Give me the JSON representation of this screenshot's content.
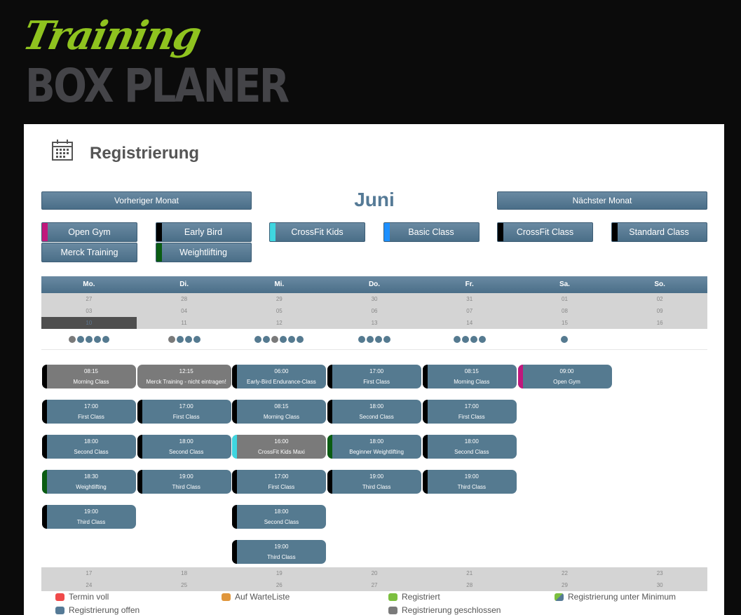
{
  "logo": {
    "script": "Training",
    "main": "BOX PLANER"
  },
  "page_title": "Registrierung",
  "nav": {
    "prev": "Vorheriger Monat",
    "month": "Juni",
    "next": "Nächster Monat"
  },
  "filters": [
    {
      "label": "Open Gym",
      "color": "#c0187c"
    },
    {
      "label": "Early Bird",
      "color": "#000000"
    },
    {
      "label": "CrossFit Kids",
      "color": "#3fd6e0"
    },
    {
      "label": "Basic Class",
      "color": "#1e90ff"
    },
    {
      "label": "CrossFit Class",
      "color": "#000000"
    },
    {
      "label": "Standard Class",
      "color": "#000000"
    },
    {
      "label": "Merck Training",
      "color": ""
    },
    {
      "label": "Weightlifting",
      "color": "#0a5c12"
    }
  ],
  "weekdays": [
    "Mo.",
    "Di.",
    "Mi.",
    "Do.",
    "Fr.",
    "Sa.",
    "So."
  ],
  "weeks_top": [
    [
      "27",
      "28",
      "29",
      "30",
      "31",
      "01",
      "02"
    ],
    [
      "03",
      "04",
      "05",
      "06",
      "07",
      "08",
      "09"
    ],
    [
      "10",
      "11",
      "12",
      "13",
      "14",
      "15",
      "16"
    ]
  ],
  "today": "10",
  "dots": [
    [
      "g",
      "b",
      "b",
      "b",
      "b"
    ],
    [
      "g",
      "b",
      "b",
      "b"
    ],
    [
      "b",
      "b",
      "g",
      "b",
      "b",
      "b"
    ],
    [
      "b",
      "b",
      "b",
      "b"
    ],
    [
      "b",
      "b",
      "b",
      "b"
    ],
    [
      "b"
    ],
    []
  ],
  "events": [
    [
      {
        "time": "08:15",
        "name": "Morning Class",
        "stripe": "#000000",
        "bg": "#7a7a7a"
      },
      {
        "time": "17:00",
        "name": "First Class",
        "stripe": "#000000"
      },
      {
        "time": "18:00",
        "name": "Second Class",
        "stripe": "#000000"
      },
      {
        "time": "18:30",
        "name": "Weightlifting",
        "stripe": "#0a5c12"
      },
      {
        "time": "19:00",
        "name": "Third Class",
        "stripe": "#000000"
      }
    ],
    [
      {
        "time": "12:15",
        "name": "Merck Training - nicht eintragen!",
        "stripe": "",
        "bg": "#7a7a7a"
      },
      {
        "time": "17:00",
        "name": "First Class",
        "stripe": "#000000"
      },
      {
        "time": "18:00",
        "name": "Second Class",
        "stripe": "#000000"
      },
      {
        "time": "19:00",
        "name": "Third Class",
        "stripe": "#000000"
      }
    ],
    [
      {
        "time": "06:00",
        "name": "Early-Bird Endurance-Class",
        "stripe": "#000000"
      },
      {
        "time": "08:15",
        "name": "Morning Class",
        "stripe": "#000000"
      },
      {
        "time": "16:00",
        "name": "CrossFit Kids Maxi",
        "stripe": "#3fd6e0",
        "bg": "#7a7a7a"
      },
      {
        "time": "17:00",
        "name": "First Class",
        "stripe": "#000000"
      },
      {
        "time": "18:00",
        "name": "Second Class",
        "stripe": "#000000"
      },
      {
        "time": "19:00",
        "name": "Third Class",
        "stripe": "#000000"
      }
    ],
    [
      {
        "time": "17:00",
        "name": "First Class",
        "stripe": "#000000"
      },
      {
        "time": "18:00",
        "name": "Second Class",
        "stripe": "#000000"
      },
      {
        "time": "18:00",
        "name": "Beginner Weightlifting",
        "stripe": "#0a5c12"
      },
      {
        "time": "19:00",
        "name": "Third Class",
        "stripe": "#000000"
      }
    ],
    [
      {
        "time": "08:15",
        "name": "Morning Class",
        "stripe": "#000000"
      },
      {
        "time": "17:00",
        "name": "First Class",
        "stripe": "#000000"
      },
      {
        "time": "18:00",
        "name": "Second Class",
        "stripe": "#000000"
      },
      {
        "time": "19:00",
        "name": "Third Class",
        "stripe": "#000000"
      }
    ],
    [
      {
        "time": "09:00",
        "name": "Open Gym",
        "stripe": "#c0187c"
      }
    ],
    []
  ],
  "weeks_bottom": [
    [
      "17",
      "18",
      "19",
      "20",
      "21",
      "22",
      "23"
    ],
    [
      "24",
      "25",
      "26",
      "27",
      "28",
      "29",
      "30"
    ]
  ],
  "legend": [
    {
      "label": "Termin voll",
      "color": "#f04a4a"
    },
    {
      "label": "Auf WarteListe",
      "color": "#e0963c"
    },
    {
      "label": "Registriert",
      "color": "#7cbf3f"
    },
    {
      "label": "Registrierung unter Minimum",
      "color": "linear-gradient(135deg,#7cbf3f 50%,#557a96 50%)"
    },
    {
      "label": "Registrierung offen",
      "color": "#557a96"
    },
    {
      "label": "Registrierung geschlossen",
      "color": "#7a7a7a"
    }
  ],
  "colors": {
    "event": "#557a90",
    "dot_blue": "#557a90",
    "dot_gray": "#7a7a7a"
  }
}
